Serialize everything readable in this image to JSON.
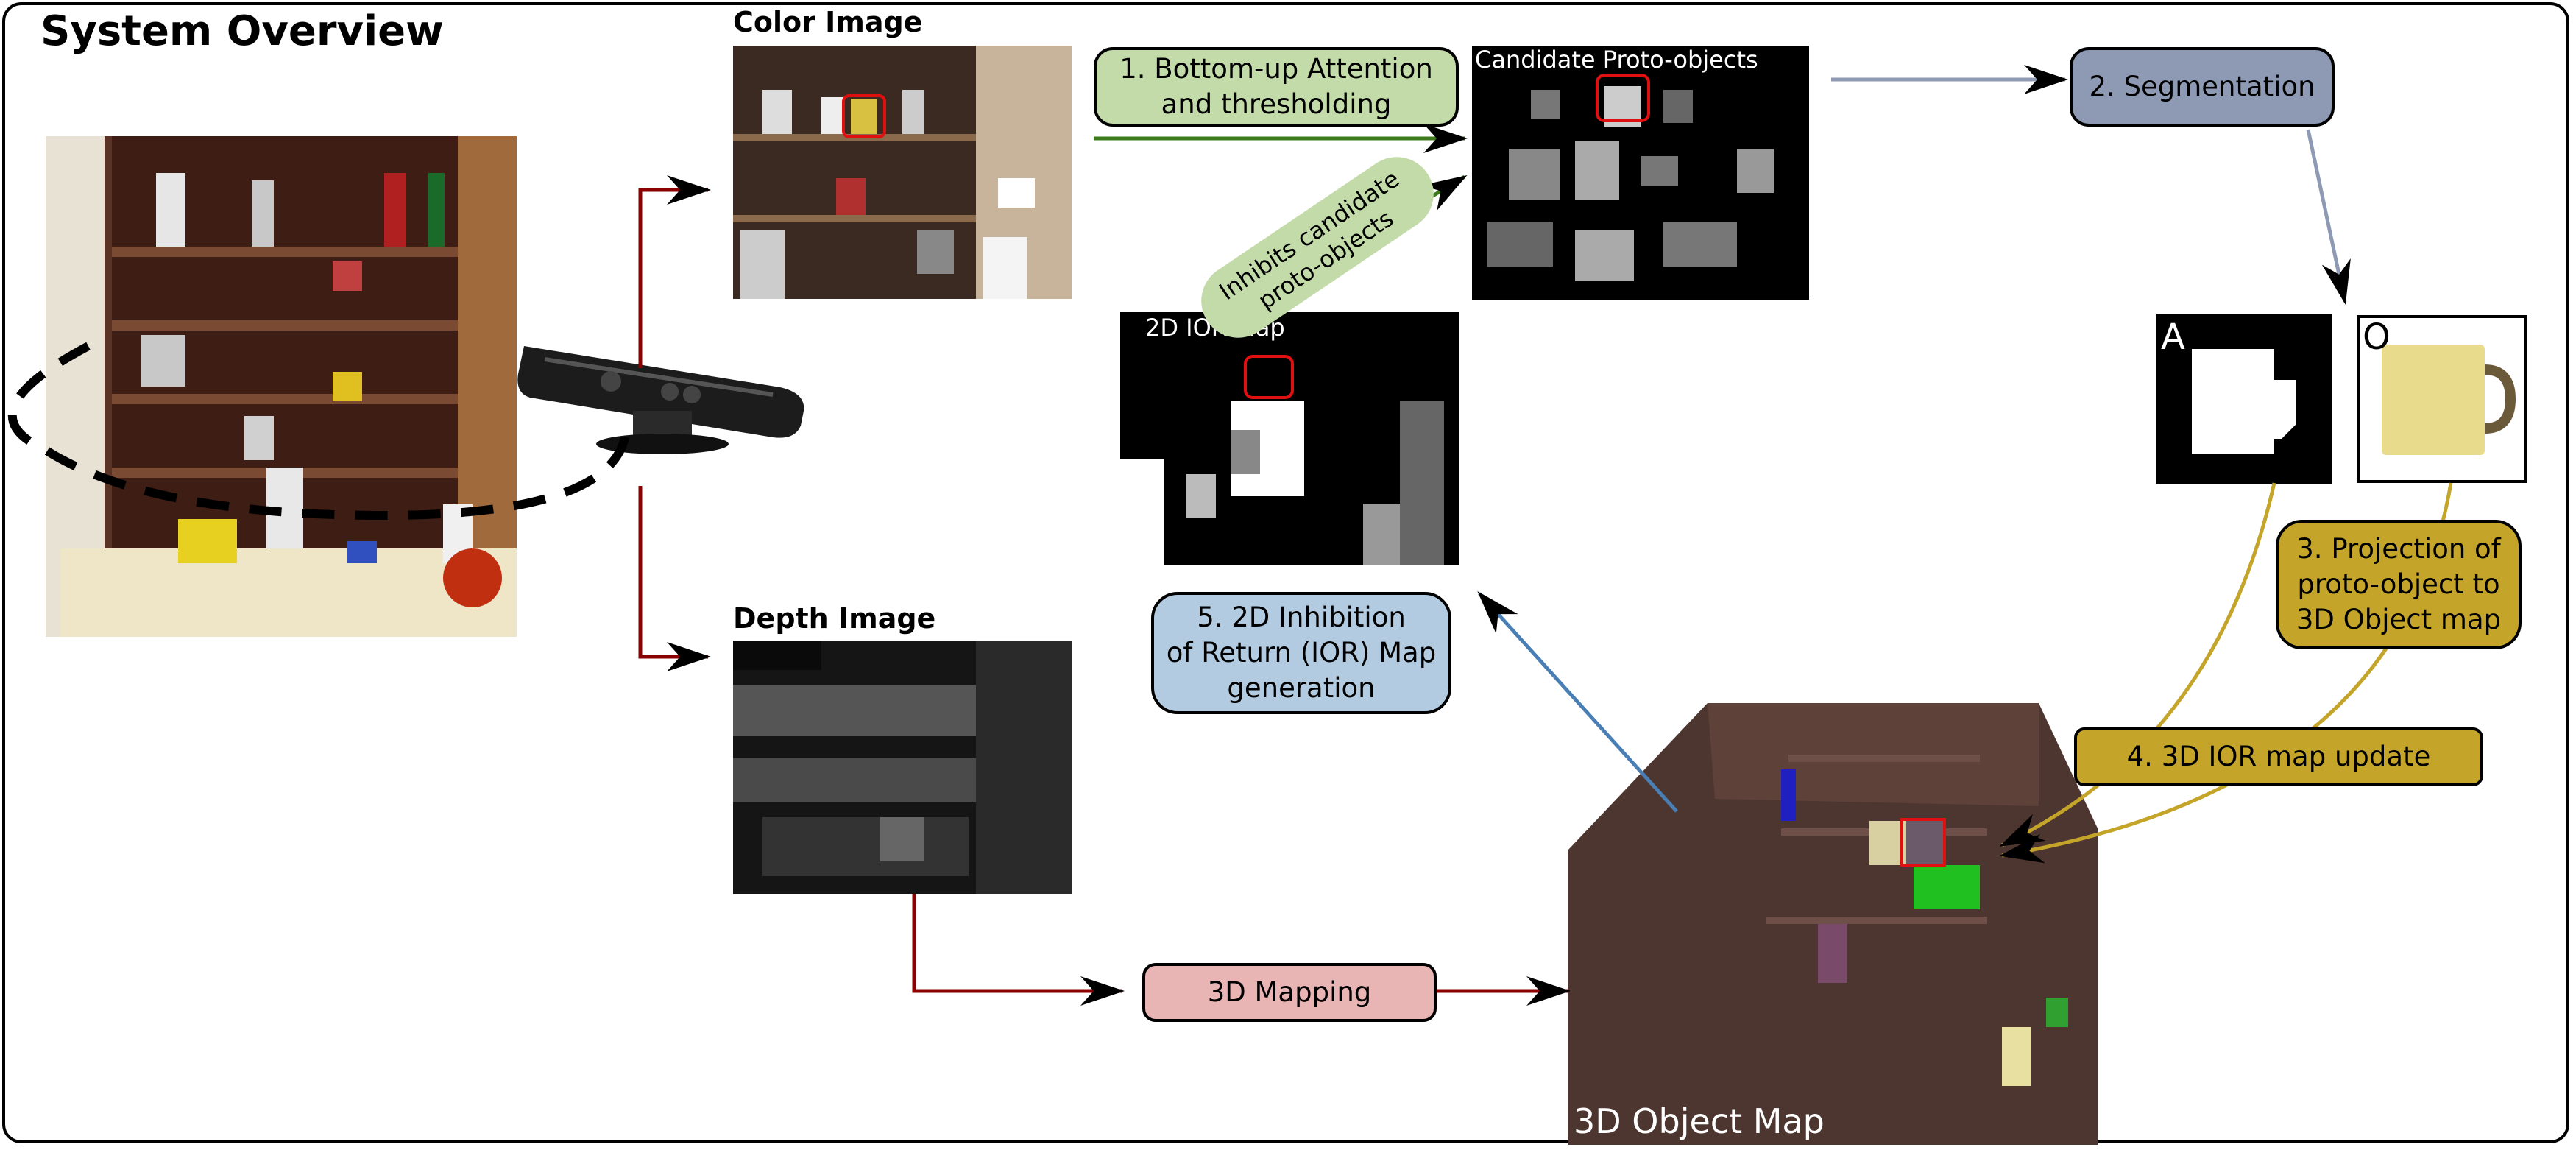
{
  "title": "System Overview",
  "labels": {
    "color_image": "Color Image",
    "depth_image": "Depth Image",
    "candidate_proto_objects": "Candidate Proto-objects",
    "ior_map": "2D IOR Map",
    "object_map": "3D Object Map",
    "mask_letter": "A",
    "object_letter": "O",
    "inhibits": "Inhibits candidate\nproto-objects"
  },
  "steps": {
    "attention": "1. Bottom-up Attention\nand thresholding",
    "segmentation": "2. Segmentation",
    "projection": "3. Projection of\nproto-object to\n3D Object map",
    "ior_update": "4. 3D IOR map update",
    "ior_generation": "5. 2D Inhibition\nof Return (IOR) Map\ngeneration",
    "mapping": "3D Mapping"
  },
  "colors": {
    "attention": "#c2dba8",
    "segmentation": "#8e9ab3",
    "projection": "#c4a52a",
    "ior_generation": "#b3cbe0",
    "mapping": "#e8b4b4",
    "arrow_red": "#8b0000",
    "arrow_green": "#3d7a1c",
    "arrow_gray": "#8e9ab3",
    "arrow_blue": "#4a7fb5",
    "arrow_gold": "#c4a52a"
  }
}
